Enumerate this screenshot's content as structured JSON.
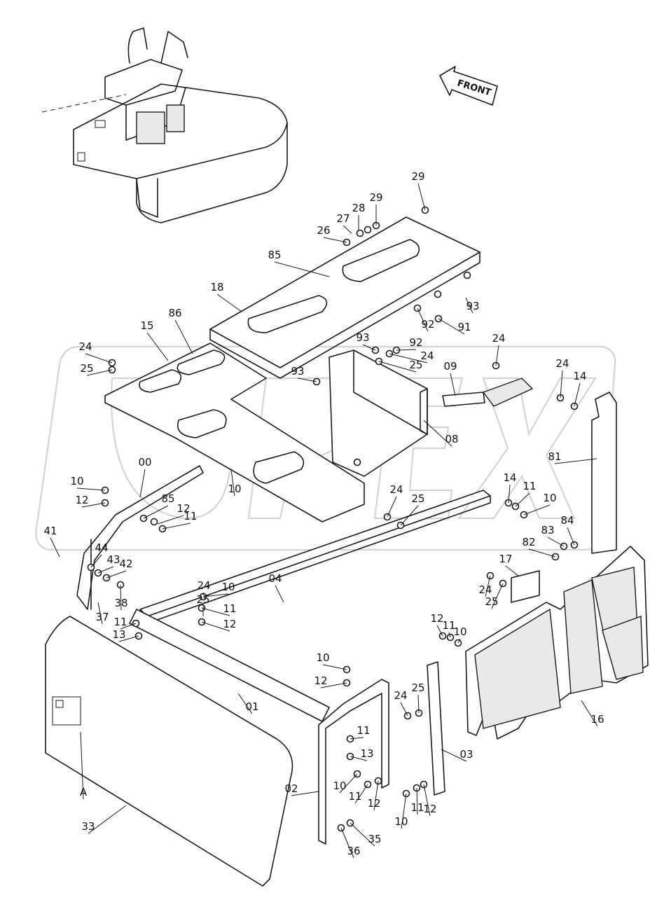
{
  "diagram": {
    "direction_label": "FRONT",
    "callouts": [
      {
        "text": "29"
      },
      {
        "text": "29"
      },
      {
        "text": "28"
      },
      {
        "text": "27"
      },
      {
        "text": "26"
      },
      {
        "text": "85"
      },
      {
        "text": "18"
      },
      {
        "text": "93"
      },
      {
        "text": "92"
      },
      {
        "text": "91"
      },
      {
        "text": "86"
      },
      {
        "text": "15"
      },
      {
        "text": "93"
      },
      {
        "text": "92"
      },
      {
        "text": "24"
      },
      {
        "text": "24"
      },
      {
        "text": "25"
      },
      {
        "text": "24"
      },
      {
        "text": "25"
      },
      {
        "text": "93"
      },
      {
        "text": "09"
      },
      {
        "text": "24"
      },
      {
        "text": "14"
      },
      {
        "text": "08"
      },
      {
        "text": "81"
      },
      {
        "text": "00"
      },
      {
        "text": "10"
      },
      {
        "text": "12"
      },
      {
        "text": "85"
      },
      {
        "text": "12"
      },
      {
        "text": "11"
      },
      {
        "text": "10"
      },
      {
        "text": "24"
      },
      {
        "text": "25"
      },
      {
        "text": "14"
      },
      {
        "text": "11"
      },
      {
        "text": "10"
      },
      {
        "text": "84"
      },
      {
        "text": "83"
      },
      {
        "text": "82"
      },
      {
        "text": "41"
      },
      {
        "text": "44"
      },
      {
        "text": "43"
      },
      {
        "text": "42"
      },
      {
        "text": "38"
      },
      {
        "text": "37"
      },
      {
        "text": "04"
      },
      {
        "text": "10"
      },
      {
        "text": "11"
      },
      {
        "text": "12"
      },
      {
        "text": "17"
      },
      {
        "text": "24"
      },
      {
        "text": "25"
      },
      {
        "text": "11"
      },
      {
        "text": "13"
      },
      {
        "text": "12"
      },
      {
        "text": "11"
      },
      {
        "text": "10"
      },
      {
        "text": "16"
      },
      {
        "text": "10"
      },
      {
        "text": "12"
      },
      {
        "text": "01"
      },
      {
        "text": "24"
      },
      {
        "text": "25"
      },
      {
        "text": "11"
      },
      {
        "text": "13"
      },
      {
        "text": "03"
      },
      {
        "text": "02"
      },
      {
        "text": "10"
      },
      {
        "text": "11"
      },
      {
        "text": "12"
      },
      {
        "text": "10"
      },
      {
        "text": "11"
      },
      {
        "text": "12"
      },
      {
        "text": "A"
      },
      {
        "text": "33"
      },
      {
        "text": "36"
      },
      {
        "text": "35"
      },
      {
        "text": "24"
      },
      {
        "text": "25"
      }
    ]
  }
}
